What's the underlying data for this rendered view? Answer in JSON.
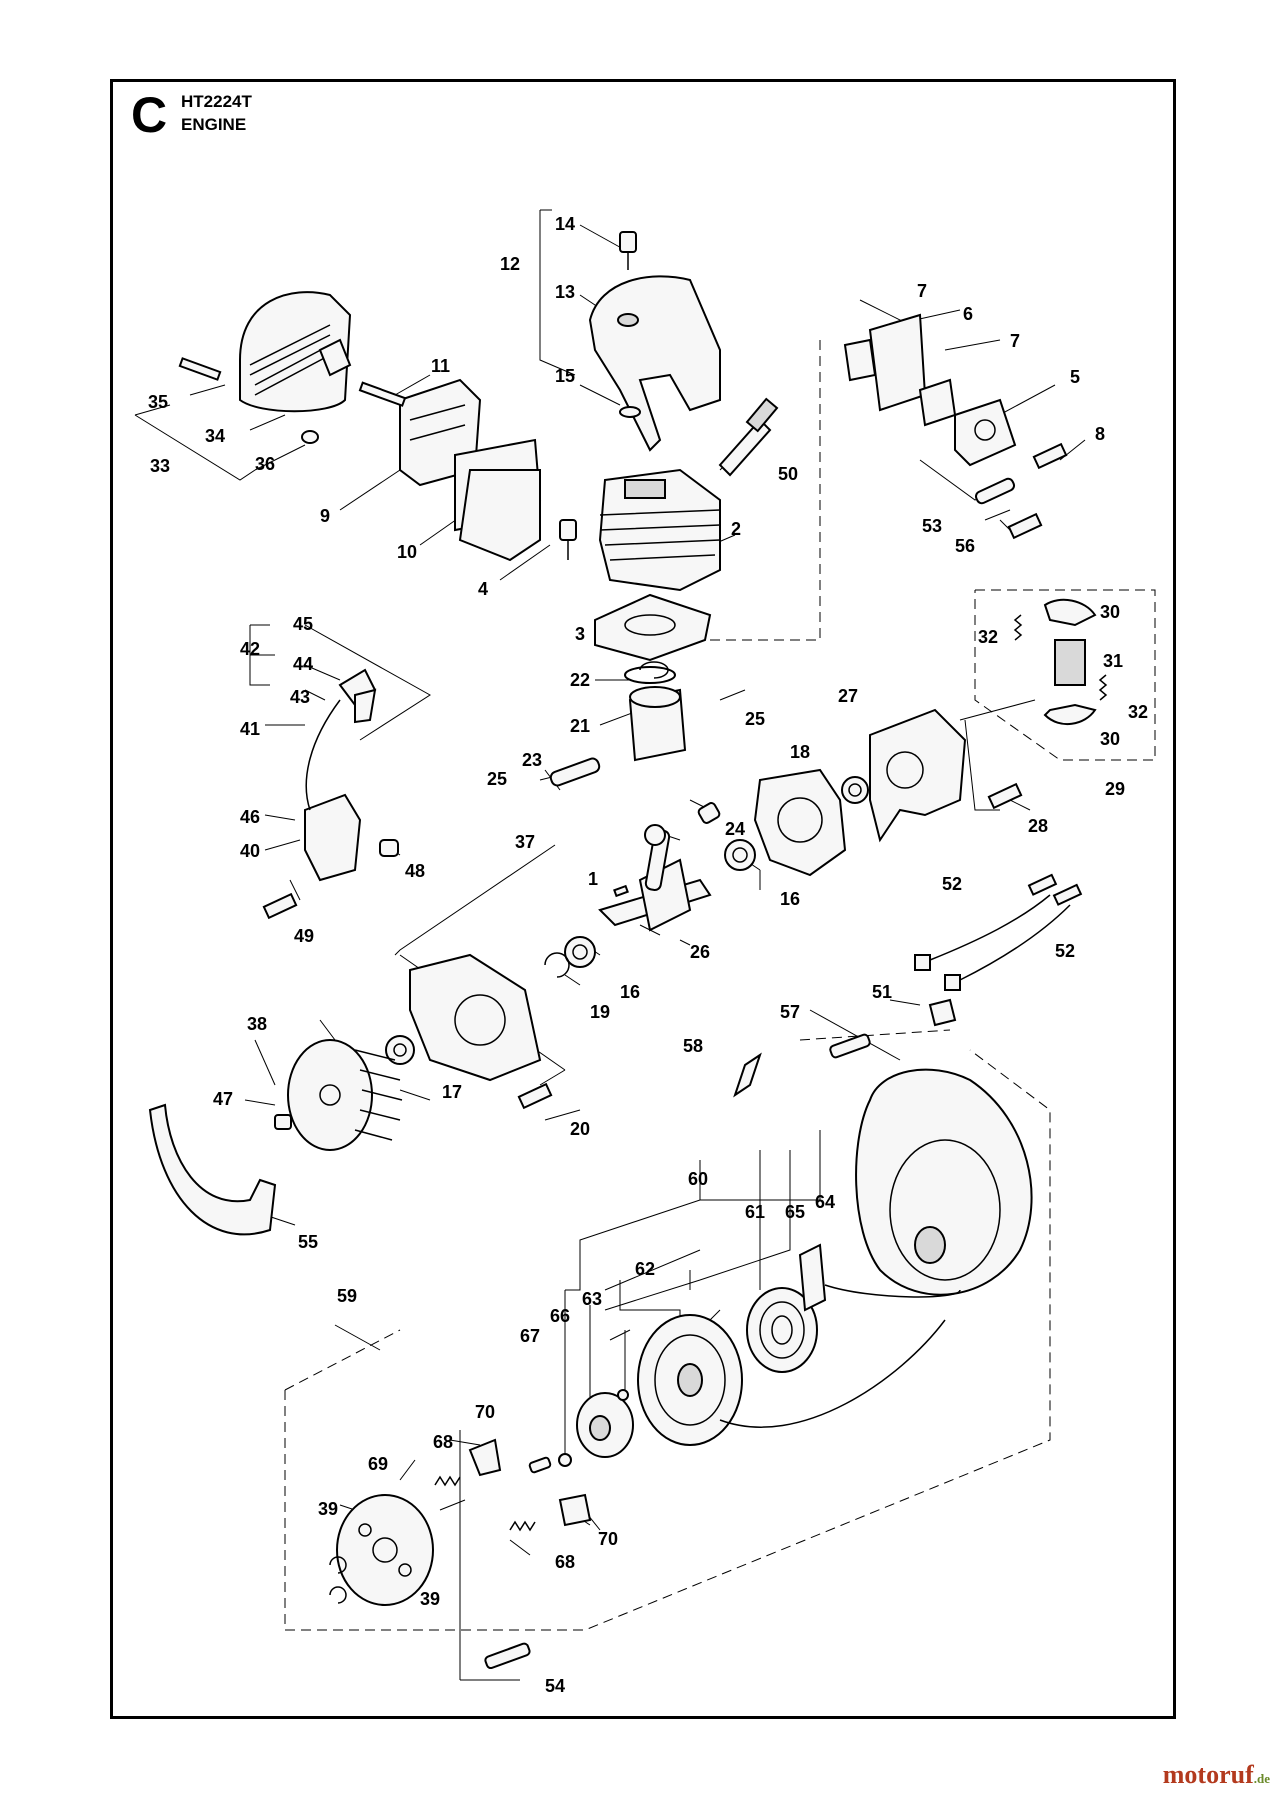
{
  "header": {
    "section_letter": "C",
    "model": "HT2224T",
    "section": "ENGINE"
  },
  "callouts": [
    {
      "id": "c1",
      "label": "1"
    },
    {
      "id": "c2",
      "label": "2"
    },
    {
      "id": "c3",
      "label": "3"
    },
    {
      "id": "c4",
      "label": "4"
    },
    {
      "id": "c5",
      "label": "5"
    },
    {
      "id": "c6",
      "label": "6"
    },
    {
      "id": "c7a",
      "label": "7"
    },
    {
      "id": "c7b",
      "label": "7"
    },
    {
      "id": "c8",
      "label": "8"
    },
    {
      "id": "c9",
      "label": "9"
    },
    {
      "id": "c10",
      "label": "10"
    },
    {
      "id": "c11",
      "label": "11"
    },
    {
      "id": "c12",
      "label": "12"
    },
    {
      "id": "c13",
      "label": "13"
    },
    {
      "id": "c14",
      "label": "14"
    },
    {
      "id": "c15",
      "label": "15"
    },
    {
      "id": "c16a",
      "label": "16"
    },
    {
      "id": "c16b",
      "label": "16"
    },
    {
      "id": "c17",
      "label": "17"
    },
    {
      "id": "c18",
      "label": "18"
    },
    {
      "id": "c19",
      "label": "19"
    },
    {
      "id": "c20",
      "label": "20"
    },
    {
      "id": "c21",
      "label": "21"
    },
    {
      "id": "c22",
      "label": "22"
    },
    {
      "id": "c23",
      "label": "23"
    },
    {
      "id": "c24",
      "label": "24"
    },
    {
      "id": "c25a",
      "label": "25"
    },
    {
      "id": "c25b",
      "label": "25"
    },
    {
      "id": "c26",
      "label": "26"
    },
    {
      "id": "c27",
      "label": "27"
    },
    {
      "id": "c28",
      "label": "28"
    },
    {
      "id": "c29",
      "label": "29"
    },
    {
      "id": "c30a",
      "label": "30"
    },
    {
      "id": "c30b",
      "label": "30"
    },
    {
      "id": "c31",
      "label": "31"
    },
    {
      "id": "c32a",
      "label": "32"
    },
    {
      "id": "c32b",
      "label": "32"
    },
    {
      "id": "c33",
      "label": "33"
    },
    {
      "id": "c34",
      "label": "34"
    },
    {
      "id": "c35",
      "label": "35"
    },
    {
      "id": "c36",
      "label": "36"
    },
    {
      "id": "c37",
      "label": "37"
    },
    {
      "id": "c38",
      "label": "38"
    },
    {
      "id": "c39a",
      "label": "39"
    },
    {
      "id": "c39b",
      "label": "39"
    },
    {
      "id": "c40",
      "label": "40"
    },
    {
      "id": "c41",
      "label": "41"
    },
    {
      "id": "c42",
      "label": "42"
    },
    {
      "id": "c43",
      "label": "43"
    },
    {
      "id": "c44",
      "label": "44"
    },
    {
      "id": "c45",
      "label": "45"
    },
    {
      "id": "c46",
      "label": "46"
    },
    {
      "id": "c47",
      "label": "47"
    },
    {
      "id": "c48",
      "label": "48"
    },
    {
      "id": "c49",
      "label": "49"
    },
    {
      "id": "c50",
      "label": "50"
    },
    {
      "id": "c51",
      "label": "51"
    },
    {
      "id": "c52a",
      "label": "52"
    },
    {
      "id": "c52b",
      "label": "52"
    },
    {
      "id": "c53",
      "label": "53"
    },
    {
      "id": "c54",
      "label": "54"
    },
    {
      "id": "c55",
      "label": "55"
    },
    {
      "id": "c56",
      "label": "56"
    },
    {
      "id": "c57",
      "label": "57"
    },
    {
      "id": "c58",
      "label": "58"
    },
    {
      "id": "c59",
      "label": "59"
    },
    {
      "id": "c60",
      "label": "60"
    },
    {
      "id": "c61",
      "label": "61"
    },
    {
      "id": "c62",
      "label": "62"
    },
    {
      "id": "c63",
      "label": "63"
    },
    {
      "id": "c64",
      "label": "64"
    },
    {
      "id": "c65",
      "label": "65"
    },
    {
      "id": "c66",
      "label": "66"
    },
    {
      "id": "c67",
      "label": "67"
    },
    {
      "id": "c68a",
      "label": "68"
    },
    {
      "id": "c68b",
      "label": "68"
    },
    {
      "id": "c69",
      "label": "69"
    },
    {
      "id": "c70a",
      "label": "70"
    },
    {
      "id": "c70b",
      "label": "70"
    }
  ],
  "watermark": {
    "brand": "motoruf",
    "suffix": ".de"
  }
}
